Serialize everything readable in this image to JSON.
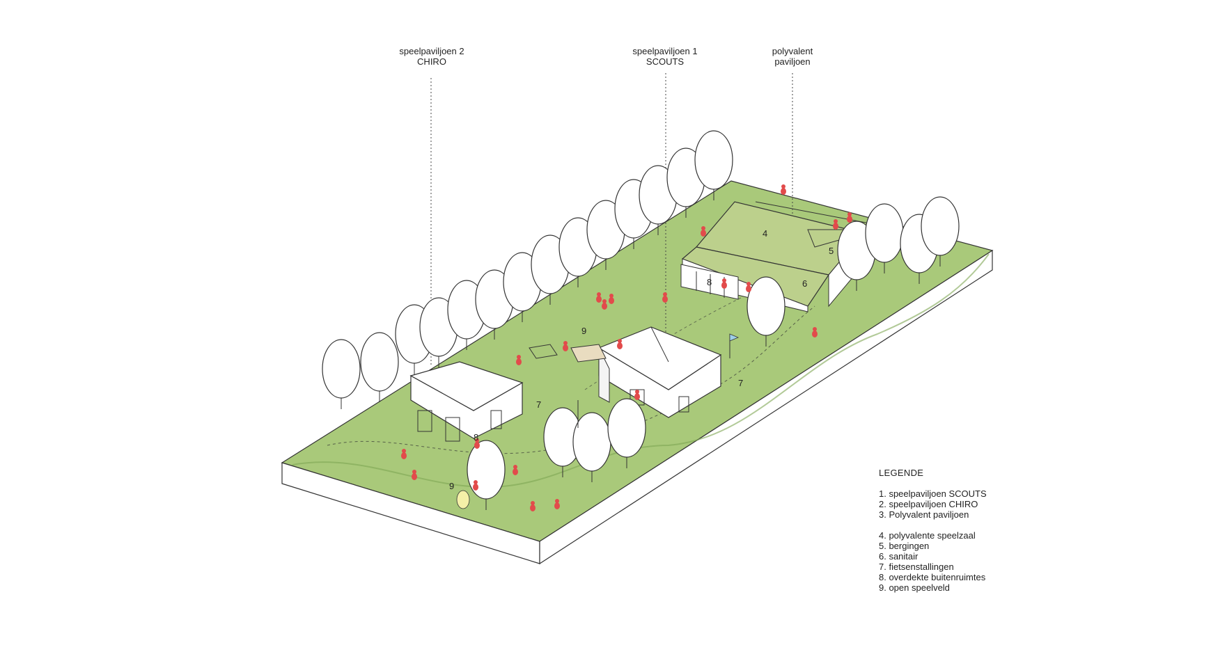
{
  "callouts": {
    "chiro": {
      "line1": "speelpaviljoen 2",
      "line2": "CHIRO"
    },
    "scouts": {
      "line1": "speelpaviljoen 1",
      "line2": "SCOUTS"
    },
    "polyvalent": {
      "line1": "polyvalent",
      "line2": "paviljoen"
    }
  },
  "legend": {
    "title": "LEGENDE",
    "pavilions": [
      "1. speelpaviljoen SCOUTS",
      "2. speelpaviljoen CHIRO",
      "3. Polyvalent paviljoen"
    ],
    "spaces": [
      "4. polyvalente speelzaal",
      "5. bergingen",
      "6. sanitair",
      "7. fietsenstallingen",
      "8. overdekte buitenruimtes",
      "9. open speelveld"
    ]
  },
  "plan_numbers": {
    "n4": "4",
    "n5": "5",
    "n6": "6",
    "n8a": "8",
    "n8b": "8",
    "n9a": "9",
    "n9b": "9",
    "n7a": "7",
    "n7b": "7"
  },
  "colors": {
    "grass": "#a9c97a",
    "grass_dark": "#8fb55f",
    "roof_green": "#bcd08c",
    "figure_red": "#e24b4b",
    "ink": "#222222"
  }
}
